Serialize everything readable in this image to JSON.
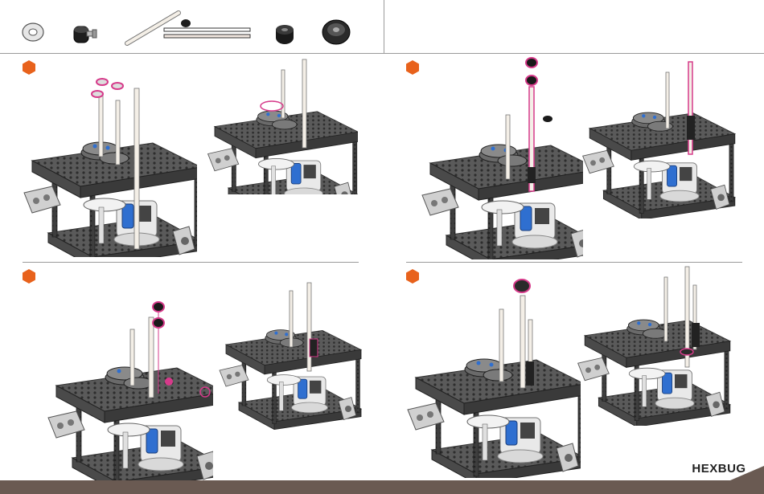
{
  "brand": {
    "logo_text": "HEXBUG",
    "accent_color": "#e8621c",
    "highlight_color": "#d63a8a",
    "footer_color": "#6a5a52"
  },
  "parts_bar": {
    "icons": [
      "washer-icon",
      "motor-gear-icon",
      "long-axle-icon",
      "spacer-short-icon",
      "spacer-icon",
      "gear-hub-icon"
    ]
  },
  "steps": [
    {
      "panel": "top-left",
      "icons": [
        "step-marker-hexagon"
      ]
    },
    {
      "panel": "top-right",
      "icons": [
        "step-marker-hexagon"
      ]
    },
    {
      "panel": "bottom-left",
      "icons": [
        "step-marker-hexagon"
      ]
    },
    {
      "panel": "bottom-right",
      "icons": [
        "step-marker-hexagon"
      ]
    }
  ]
}
